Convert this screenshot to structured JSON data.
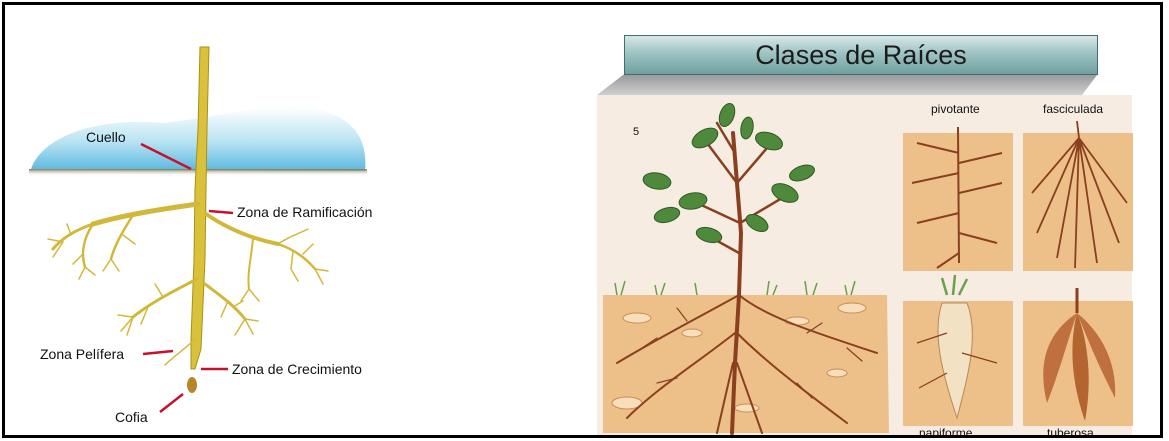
{
  "left_diagram": {
    "labels": {
      "cuello": "Cuello",
      "zona_ramificacion": "Zona de Ramificación",
      "zona_pelifera": "Zona Pelífera",
      "zona_crecimiento": "Zona de Crecimiento",
      "cofia": "Cofia"
    }
  },
  "right_diagram": {
    "title": "Clases de Raíces",
    "page_number": "5",
    "root_types": {
      "pivotante": "pivotante",
      "fasciculada": "fasciculada",
      "napiforme": "napiforme",
      "tuberosa": "tuberosa"
    }
  },
  "colors": {
    "frame": "#000000",
    "root_yellow": "#d9c23a",
    "soil": "#e8b77a",
    "sky_blue": "#7fcbea",
    "title_band": "#8fb8b8",
    "root_brown": "#8a3f1f",
    "leaf_green": "#4f8a3c",
    "label_line": "#c8102e"
  }
}
